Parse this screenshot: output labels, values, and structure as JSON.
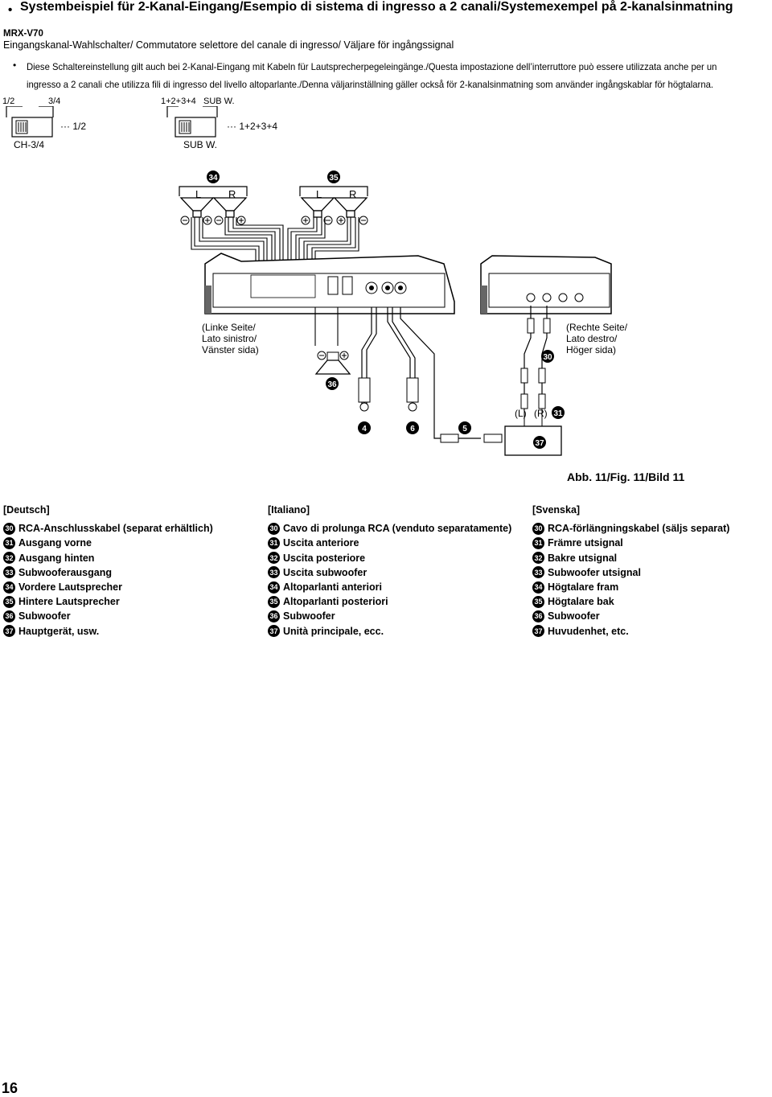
{
  "heading": {
    "bullet": "•",
    "title": "Systembeispiel für 2-Kanal-Eingang/Esempio di sistema di ingresso a 2 canali/Systemexempel på 2-kanalsinmatning",
    "model": "MRX-V70",
    "subtitle": "Eingangskanal-Wahlschalter/ Commutatore selettore del canale di ingresso/ Väljare för ingångssignal"
  },
  "note": {
    "bullet": "•",
    "text": "Diese Schaltereinstellung gilt auch bei 2-Kanal-Eingang mit Kabeln für Lautsprecherpegeleingänge./Questa impostazione dell’interruttore può essere utilizzata anche per un ingresso a 2 canali che utilizza fili di ingresso del livello altoparlante./Denna väljarinställning gäller också för 2-kanalsinmatning som använder ingångskablar för högtalarna."
  },
  "switches": {
    "left": {
      "top_a": "1/2",
      "top_b": "3/4",
      "bottom": "CH-3/4",
      "legend": "··· 1/2"
    },
    "right": {
      "top_a": "1+2+3+4",
      "top_b": "SUB W.",
      "bottom": "SUB W.",
      "legend": "··· 1+2+3+4"
    }
  },
  "diagram": {
    "speaker_group_front": "34",
    "speaker_group_rear": "35",
    "left_letter": "L",
    "right_letter": "R",
    "left_side_label": "(Linke Seite/\nLato sinistro/\nVänster sida)",
    "right_side_label": "(Rechte Seite/\nLato destro/\nHöger sida)",
    "rca_cable_no": "30",
    "subwoofer_no": "36",
    "output_no": "31",
    "main_unit_no": "37",
    "battery_no": "4",
    "ground_no": "6",
    "remote_no": "5",
    "rca_l": "(L)",
    "rca_r": "(R)"
  },
  "figure_caption": "Abb. 11/Fig. 11/Bild 11",
  "legend_columns": [
    {
      "head": "[Deutsch]",
      "items": [
        {
          "no": "30",
          "text": "RCA-Anschlusskabel (separat erhältlich)"
        },
        {
          "no": "31",
          "text": "Ausgang vorne"
        },
        {
          "no": "32",
          "text": "Ausgang hinten"
        },
        {
          "no": "33",
          "text": "Subwooferausgang"
        },
        {
          "no": "34",
          "text": "Vordere Lautsprecher"
        },
        {
          "no": "35",
          "text": "Hintere Lautsprecher"
        },
        {
          "no": "36",
          "text": "Subwoofer"
        },
        {
          "no": "37",
          "text": "Hauptgerät, usw."
        }
      ]
    },
    {
      "head": "[Italiano]",
      "items": [
        {
          "no": "30",
          "text": "Cavo di prolunga RCA (venduto separatamente)"
        },
        {
          "no": "31",
          "text": "Uscita anteriore"
        },
        {
          "no": "32",
          "text": "Uscita posteriore"
        },
        {
          "no": "33",
          "text": "Uscita subwoofer"
        },
        {
          "no": "34",
          "text": "Altoparlanti anteriori"
        },
        {
          "no": "35",
          "text": "Altoparlanti posteriori"
        },
        {
          "no": "36",
          "text": "Subwoofer"
        },
        {
          "no": "37",
          "text": "Unità principale, ecc."
        }
      ]
    },
    {
      "head": "[Svenska]",
      "items": [
        {
          "no": "30",
          "text": "RCA-förlängningskabel (säljs separat)"
        },
        {
          "no": "31",
          "text": "Främre utsignal"
        },
        {
          "no": "32",
          "text": "Bakre utsignal"
        },
        {
          "no": "33",
          "text": "Subwoofer utsignal"
        },
        {
          "no": "34",
          "text": "Högtalare fram"
        },
        {
          "no": "35",
          "text": "Högtalare bak"
        },
        {
          "no": "36",
          "text": "Subwoofer"
        },
        {
          "no": "37",
          "text": "Huvudenhet, etc."
        }
      ]
    }
  ],
  "page_number": "16"
}
